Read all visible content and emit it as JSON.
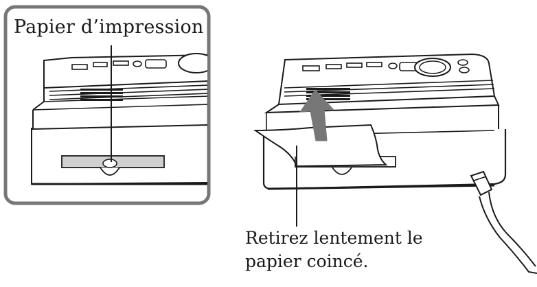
{
  "labels": {
    "inset_callout": "Papier d’impression",
    "instruction_line1": "Retirez lentement le",
    "instruction_line2": "papier coincé."
  },
  "colors": {
    "stroke": "#1a1a1a",
    "paper_fill": "#d0d0d0",
    "vent": "#1a1a1a",
    "arrow": "#777777",
    "inset_frame": "#777777",
    "background": "#ffffff"
  },
  "icons": {
    "direction": "up-arrow-icon",
    "connector": "power-plug-icon"
  }
}
